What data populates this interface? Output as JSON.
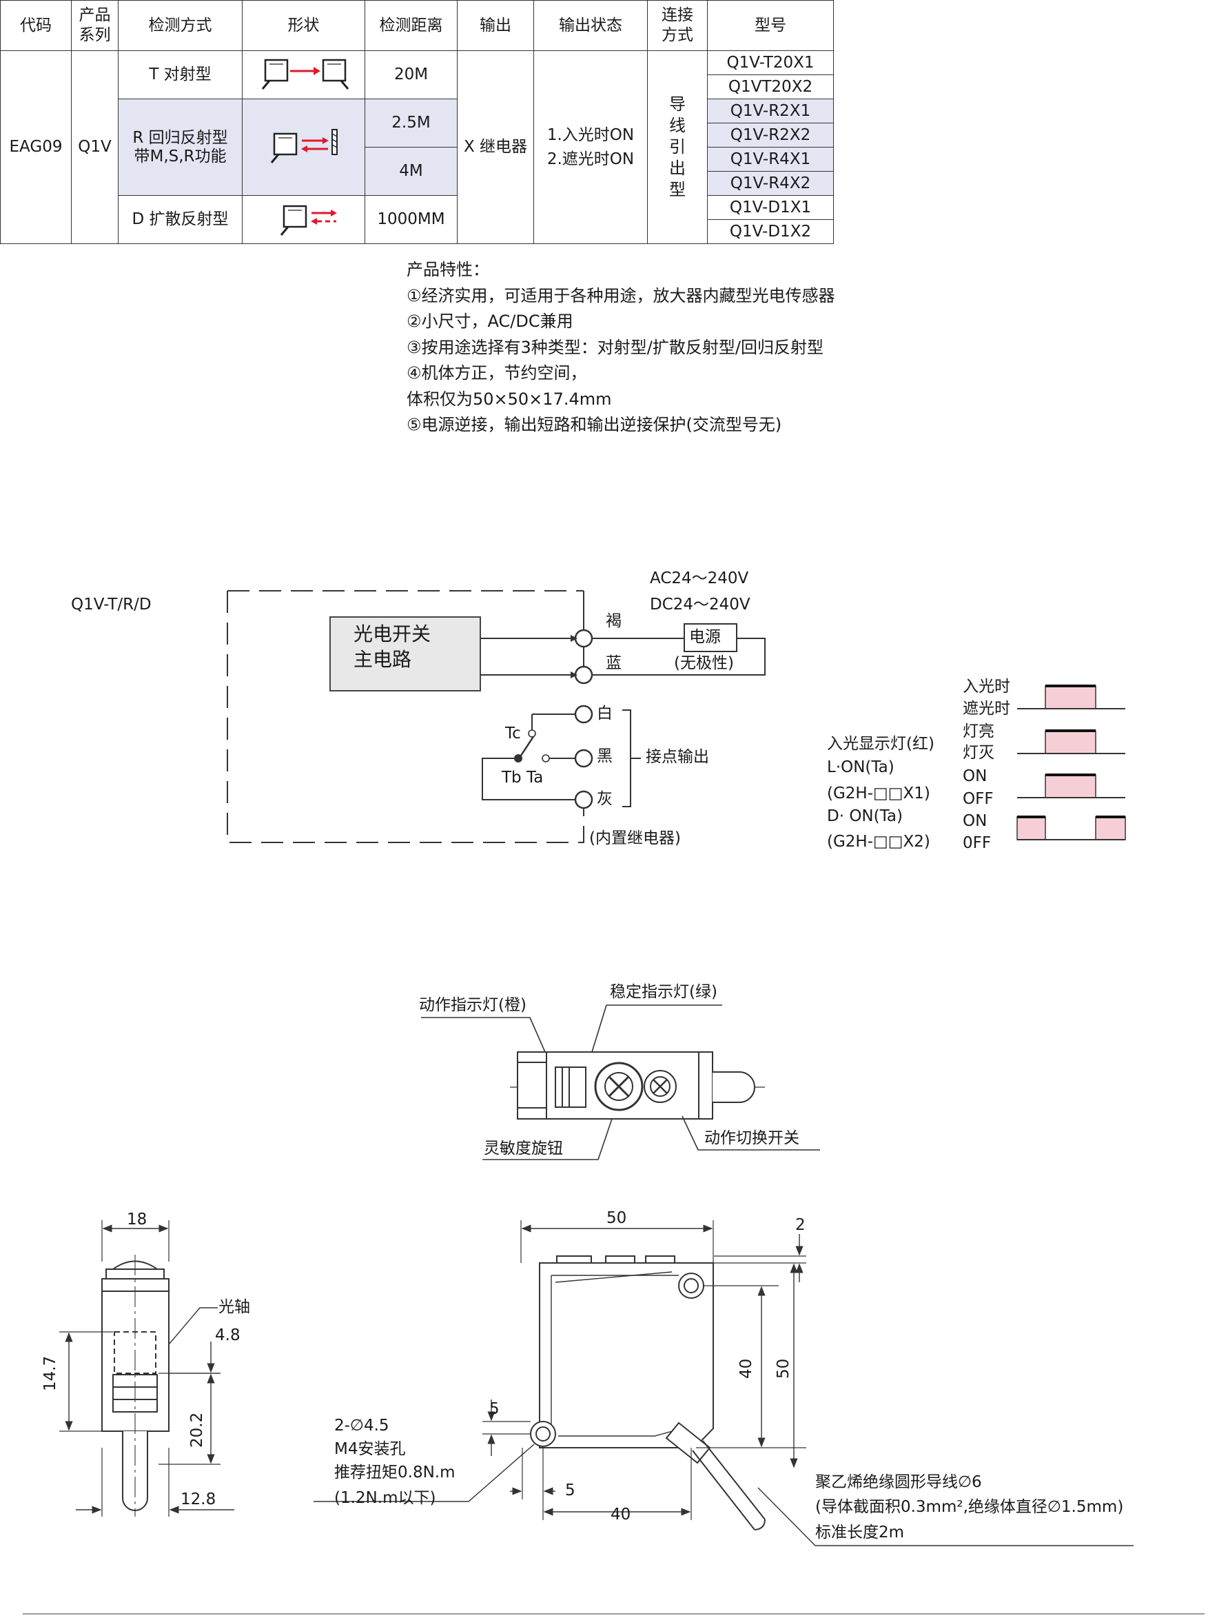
{
  "table": {
    "headers": {
      "code": "代码",
      "series": "产品系列",
      "method": "检测方式",
      "shape": "形状",
      "distance": "检测距离",
      "output": "输出",
      "state": "输出状态",
      "connection": "连接方式",
      "model": "型号"
    },
    "code": "EAG09",
    "series": "Q1V",
    "methods": {
      "t": "T 对射型",
      "r_line1": "R 回归反射型",
      "r_line2": "带M,S,R功能",
      "d": "D 扩散反射型"
    },
    "distances": [
      "20M",
      "2.5M",
      "4M",
      "1000MM"
    ],
    "output": "X 继电器",
    "state_line1": "1.入光时ON",
    "state_line2": "2.遮光时ON",
    "connection": "导线引出型",
    "models": [
      "Q1V-T20X1",
      "Q1VT20X2",
      "Q1V-R2X1",
      "Q1V-R2X2",
      "Q1V-R4X1",
      "Q1V-R4X2",
      "Q1V-D1X1",
      "Q1V-D1X2"
    ]
  },
  "features": {
    "title": "产品特性：",
    "items": [
      "①经济实用，可适用于各种用途，放大器内藏型光电传感器",
      "②小尺寸，AC/DC兼用",
      "③按用途选择有3种类型：对射型/扩散反射型/回归反射型",
      "④机体方正，节约空间，",
      "体积仅为50×50×17.4mm",
      "⑤电源逆接，输出短路和输出逆接保护(交流型号无)"
    ]
  },
  "circuit": {
    "model": "Q1V-T/R/D",
    "ac": "AC24～240V",
    "dc": "DC24～240V",
    "main_line1": "光电开关",
    "main_line2": "主电路",
    "brown": "褐",
    "blue": "蓝",
    "white": "白",
    "black": "黑",
    "gray": "灰",
    "power": "电源",
    "nonpolar": "(无极性)",
    "tc": "Tc",
    "tbta": "Tb Ta",
    "contact_output": "接点输出",
    "relay": "(内置继电器)"
  },
  "timing": {
    "light_on": "入光时",
    "light_off": "遮光时",
    "lamp": "入光显示灯(红)",
    "lamp_on": "灯亮",
    "lamp_off": "灯灭",
    "l_on": "L·ON(Ta)",
    "l_model": "(G2H-□□X1)",
    "d_on": "D· ON(Ta)",
    "d_model": "(G2H-□□X2)",
    "on1": "ON",
    "off1": "OFF",
    "on2": "ON",
    "off2": "0FF",
    "pulse_color": "#f6cfd6"
  },
  "panel": {
    "action_led": "动作指示灯(橙)",
    "stable_led": "稳定指示灯(绿)",
    "sensitivity": "灵敏度旋钮",
    "mode_switch": "动作切换开关"
  },
  "dimensions": {
    "w18": "18",
    "axis": "光轴",
    "d48": "4.8",
    "d147": "14.7",
    "d202": "20.2",
    "d128": "12.8",
    "w50": "50",
    "d2": "2",
    "h40": "40",
    "h50": "50",
    "d5a": "5",
    "d5b": "5",
    "w40": "40",
    "hole1": "2-∅4.5",
    "hole2": "M4安装孔",
    "hole3": "推荐扭矩0.8N.m",
    "hole4": "(1.2N.m以下)",
    "cable1": "聚乙烯绝缘圆形导线∅6",
    "cable2": "(导体截面积0.3mm²,绝缘体直径∅1.5mm)",
    "cable3": "标准长度2m"
  }
}
